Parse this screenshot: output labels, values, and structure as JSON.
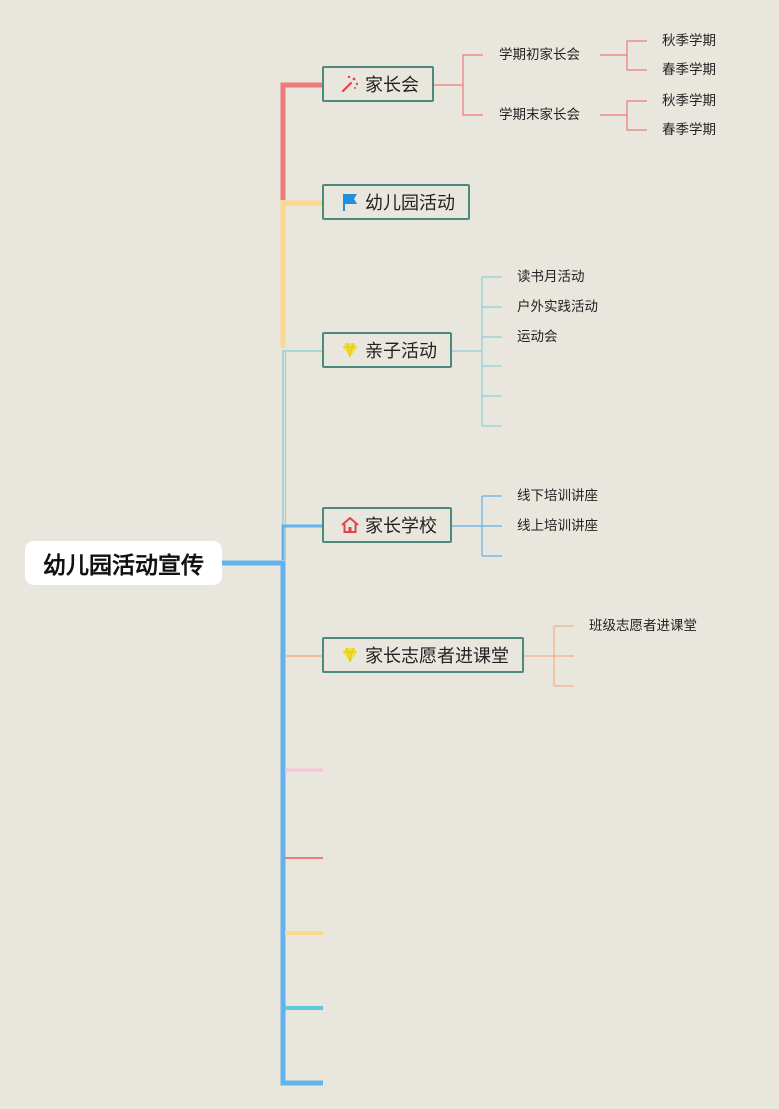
{
  "root": {
    "label": "幼儿园活动宣传"
  },
  "colors": {
    "background": "#e9e6de",
    "node_border": "#4d8a7e",
    "red": "#ef7a7a",
    "yellow": "#fbd98c",
    "teal": "#8fd0db",
    "blue": "#63b1ee",
    "orange": "#f4b184",
    "pink": "#f7c3d9",
    "cyan": "#5ecbd6"
  },
  "branches": [
    {
      "label": "家长会",
      "icon": "sparkle-wand-icon",
      "children": [
        {
          "label": "学期初家长会",
          "children": [
            {
              "label": "秋季学期"
            },
            {
              "label": "春季学期"
            }
          ]
        },
        {
          "label": "学期末家长会",
          "children": [
            {
              "label": "秋季学期"
            },
            {
              "label": "春季学期"
            }
          ]
        }
      ]
    },
    {
      "label": "幼儿园活动",
      "icon": "flag-icon",
      "children": []
    },
    {
      "label": "亲子活动",
      "icon": "diamond-icon",
      "children": [
        {
          "label": "读书月活动"
        },
        {
          "label": "户外实践活动"
        },
        {
          "label": "运动会"
        },
        {
          "label": ""
        },
        {
          "label": ""
        },
        {
          "label": ""
        }
      ]
    },
    {
      "label": "家长学校",
      "icon": "house-icon",
      "children": [
        {
          "label": "线下培训讲座"
        },
        {
          "label": "线上培训讲座"
        },
        {
          "label": ""
        }
      ]
    },
    {
      "label": "家长志愿者进课堂",
      "icon": "diamond-icon",
      "children": [
        {
          "label": "班级志愿者进课堂"
        },
        {
          "label": ""
        },
        {
          "label": ""
        }
      ]
    }
  ]
}
